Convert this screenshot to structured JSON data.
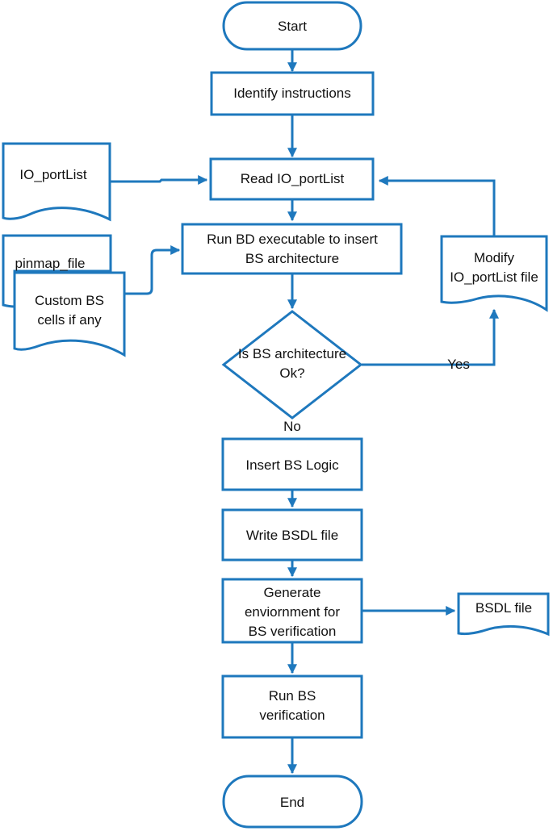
{
  "colors": {
    "line": "#1e78bd",
    "fill": "#ffffff",
    "text": "#111111"
  },
  "nodes": {
    "start": "Start",
    "identify": "Identify instructions",
    "read_io": "Read IO_portList",
    "io_portlist_doc": "IO_portList",
    "run_bd": [
      "Run BD executable to insert",
      "BS architecture"
    ],
    "pinmap_doc": "pinmap_file",
    "custom_bs_doc": [
      "Custom BS",
      "cells if any"
    ],
    "modify_doc": [
      "Modify",
      "IO_portList file"
    ],
    "decision": [
      "Is BS architecture",
      "Ok?"
    ],
    "insert_logic": "Insert BS Logic",
    "write_bsdl": "Write BSDL file",
    "generate_env": [
      "Generate",
      "enviornment for",
      "BS verification"
    ],
    "bsdl_doc": "BSDL file",
    "run_verif": [
      "Run BS",
      "verification"
    ],
    "end": "End"
  },
  "edge_labels": {
    "yes": "Yes",
    "no": "No"
  }
}
